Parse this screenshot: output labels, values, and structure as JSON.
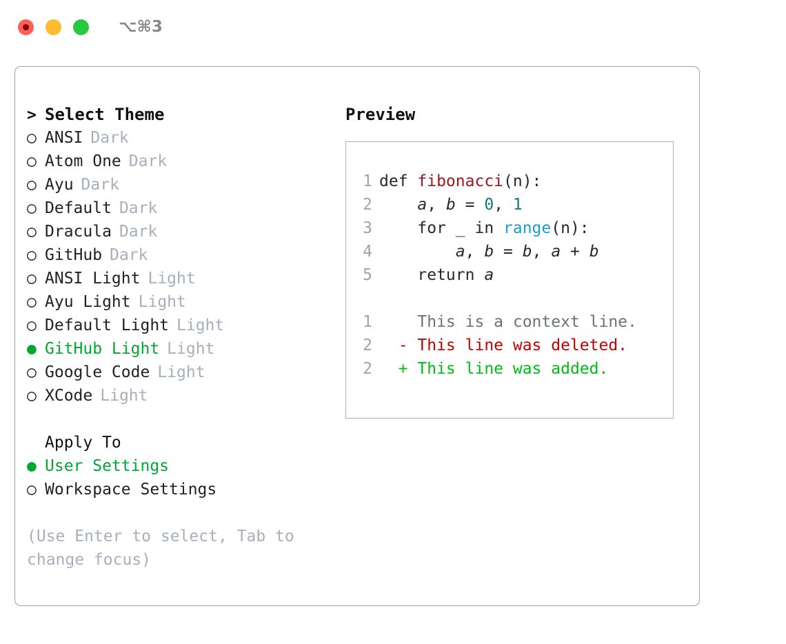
{
  "window": {
    "shortcut": "⌥⌘3",
    "traffic_lights": [
      {
        "name": "close",
        "color": "#ff5f57"
      },
      {
        "name": "minimize",
        "color": "#febc2e"
      },
      {
        "name": "maximize",
        "color": "#28c840"
      }
    ]
  },
  "accent": {
    "selected_green": "#00a832",
    "muted_gray": "#a7afbd",
    "border": "#97a2b0"
  },
  "theme_picker": {
    "prompt_marker": ">",
    "header": "Select Theme",
    "radio_unselected": "○",
    "radio_selected": "●",
    "items": [
      {
        "name": "ANSI",
        "kind": "Dark",
        "selected": false
      },
      {
        "name": "Atom One",
        "kind": "Dark",
        "selected": false
      },
      {
        "name": "Ayu",
        "kind": "Dark",
        "selected": false
      },
      {
        "name": "Default",
        "kind": "Dark",
        "selected": false
      },
      {
        "name": "Dracula",
        "kind": "Dark",
        "selected": false
      },
      {
        "name": "GitHub",
        "kind": "Dark",
        "selected": false
      },
      {
        "name": "ANSI Light",
        "kind": "Light",
        "selected": false
      },
      {
        "name": "Ayu Light",
        "kind": "Light",
        "selected": false
      },
      {
        "name": "Default Light",
        "kind": "Light",
        "selected": false
      },
      {
        "name": "GitHub Light",
        "kind": "Light",
        "selected": true
      },
      {
        "name": "Google Code",
        "kind": "Light",
        "selected": false
      },
      {
        "name": "XCode",
        "kind": "Light",
        "selected": false
      }
    ]
  },
  "apply_to": {
    "header": "Apply To",
    "options": [
      {
        "name": "User Settings",
        "selected": true
      },
      {
        "name": "Workspace Settings",
        "selected": false
      }
    ]
  },
  "hint": "(Use Enter to select, Tab to change focus)",
  "preview": {
    "title": "Preview",
    "code_lines": [
      {
        "n": "1",
        "tokens": [
          {
            "t": "def ",
            "c": "plain"
          },
          {
            "t": "fibonacci",
            "c": "func"
          },
          {
            "t": "(n):",
            "c": "plain"
          }
        ]
      },
      {
        "n": "2",
        "tokens": [
          {
            "t": "    ",
            "c": "plain"
          },
          {
            "t": "a",
            "c": "var"
          },
          {
            "t": ", ",
            "c": "plain"
          },
          {
            "t": "b",
            "c": "var"
          },
          {
            "t": " = ",
            "c": "plain"
          },
          {
            "t": "0",
            "c": "num"
          },
          {
            "t": ", ",
            "c": "plain"
          },
          {
            "t": "1",
            "c": "num"
          }
        ]
      },
      {
        "n": "3",
        "tokens": [
          {
            "t": "    for _ in ",
            "c": "plain"
          },
          {
            "t": "range",
            "c": "builtin"
          },
          {
            "t": "(n):",
            "c": "plain"
          }
        ]
      },
      {
        "n": "4",
        "tokens": [
          {
            "t": "        ",
            "c": "plain"
          },
          {
            "t": "a",
            "c": "var"
          },
          {
            "t": ", ",
            "c": "plain"
          },
          {
            "t": "b",
            "c": "var"
          },
          {
            "t": " = ",
            "c": "plain"
          },
          {
            "t": "b",
            "c": "var"
          },
          {
            "t": ", ",
            "c": "plain"
          },
          {
            "t": "a",
            "c": "var"
          },
          {
            "t": " + ",
            "c": "plain"
          },
          {
            "t": "b",
            "c": "var"
          }
        ]
      },
      {
        "n": "5",
        "tokens": [
          {
            "t": "    return ",
            "c": "plain"
          },
          {
            "t": "a",
            "c": "var"
          }
        ]
      }
    ],
    "diff_lines": [
      {
        "n": "1",
        "sign": " ",
        "text": " This is a context line.",
        "kind": "context"
      },
      {
        "n": "2",
        "sign": "-",
        "text": " This line was deleted.",
        "kind": "del"
      },
      {
        "n": "2",
        "sign": "+",
        "text": " This line was added.",
        "kind": "add"
      }
    ]
  }
}
